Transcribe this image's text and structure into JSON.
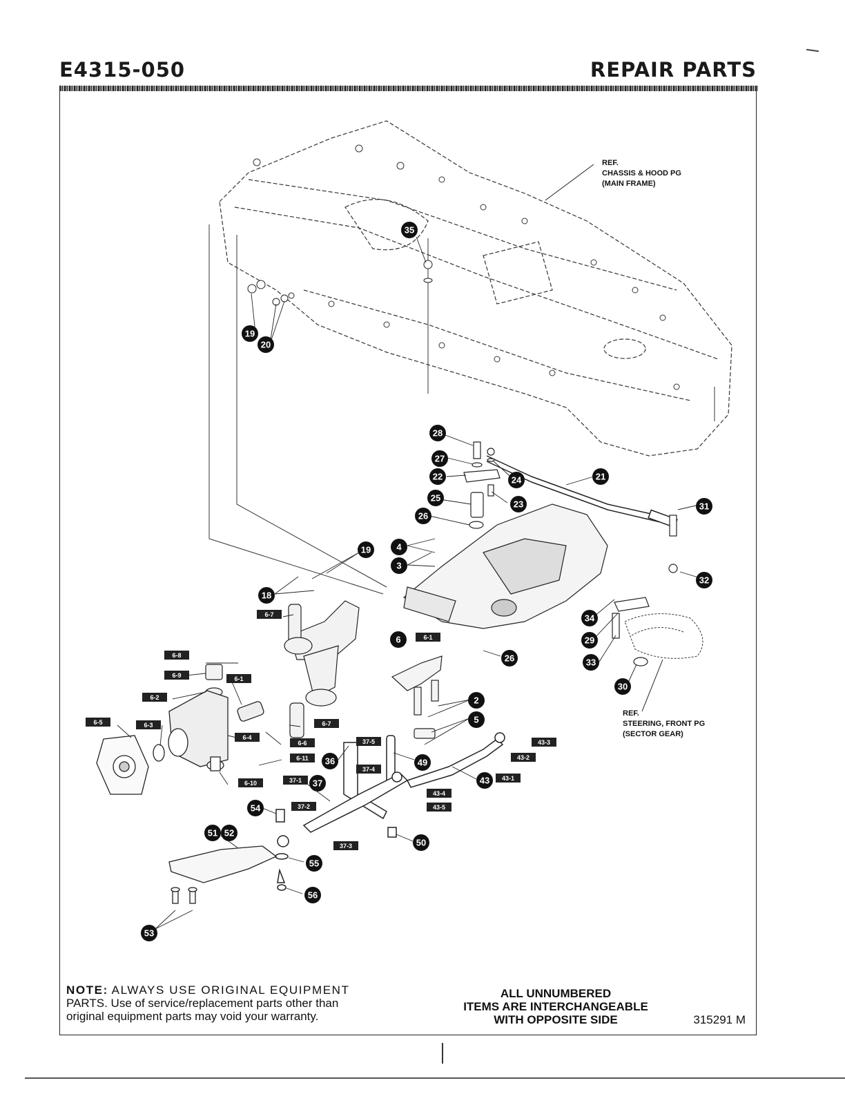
{
  "header": {
    "model": "E4315-050",
    "section": "REPAIR PARTS"
  },
  "references": {
    "chassis": [
      "REF.",
      "CHASSIS & HOOD PG",
      "(MAIN FRAME)"
    ],
    "steering": [
      "REF.",
      "STEERING, FRONT PG",
      "(SECTOR GEAR)"
    ]
  },
  "callouts": [
    "35",
    "19",
    "20",
    "28",
    "27",
    "22",
    "24",
    "21",
    "25",
    "23",
    "31",
    "26",
    "4",
    "3",
    "19",
    "18",
    "6",
    "32",
    "34",
    "29",
    "26",
    "33",
    "30",
    "2",
    "5",
    "49",
    "36",
    "37",
    "43",
    "54",
    "50",
    "51",
    "52",
    "55",
    "56",
    "53"
  ],
  "tags": [
    "6-7",
    "6-8",
    "6-9",
    "6-1",
    "6-2",
    "6-3",
    "6-5",
    "6-4",
    "6-6",
    "6-11",
    "6-10",
    "6-7",
    "37-5",
    "37-4",
    "37-1",
    "37-2",
    "37-3",
    "43-3",
    "43-2",
    "43-1",
    "43-4",
    "43-5",
    "6-1"
  ],
  "note": {
    "label": "NOTE:",
    "line1": "ALWAYS USE ORIGINAL EQUIPMENT",
    "line2": "PARTS. Use of service/replacement parts other than",
    "line3": "original equipment parts may void your warranty."
  },
  "interchange": {
    "line1": "ALL UNNUMBERED",
    "line2": "ITEMS ARE INTERCHANGEABLE",
    "line3": "WITH OPPOSITE SIDE"
  },
  "part_number": "315291 M"
}
